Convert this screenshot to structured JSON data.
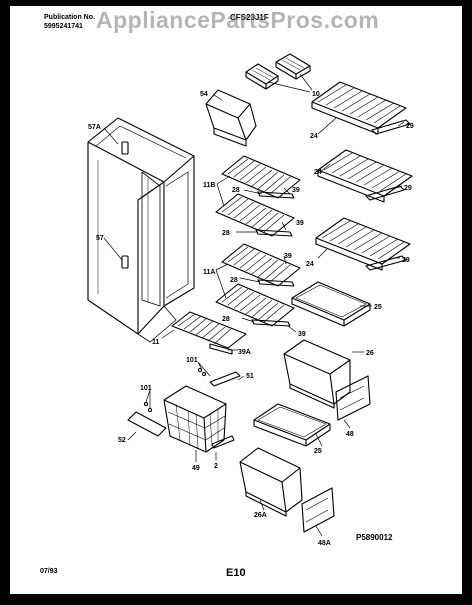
{
  "header": {
    "pub_label": "Publication No.",
    "pub_number": "5995241741",
    "model": "CFS23J1F",
    "watermark": "AppliancePartsPros.com"
  },
  "callouts": {
    "c10": "10",
    "c54": "54",
    "c57A": "57A",
    "c24a": "24",
    "c29a": "29",
    "c11B": "11B",
    "c28a": "28",
    "c39a": "39",
    "c28b": "28",
    "c39b": "39",
    "c24b": "24",
    "c29b": "29",
    "c57": "57",
    "c24c": "24",
    "c29c": "29",
    "c11A": "11A",
    "c39c": "39",
    "c28c": "28",
    "c25a": "25",
    "c28d": "28",
    "c39d": "39",
    "c11": "11",
    "c39A": "39A",
    "c26": "26",
    "c101a": "101",
    "c51": "51",
    "c101b": "101",
    "c48": "48",
    "c52": "52",
    "c2": "2",
    "c49": "49",
    "c25b": "25",
    "c26A": "26A",
    "c48A": "48A"
  },
  "footer": {
    "date": "07/93",
    "page": "E10",
    "drawing": "P5890012"
  }
}
